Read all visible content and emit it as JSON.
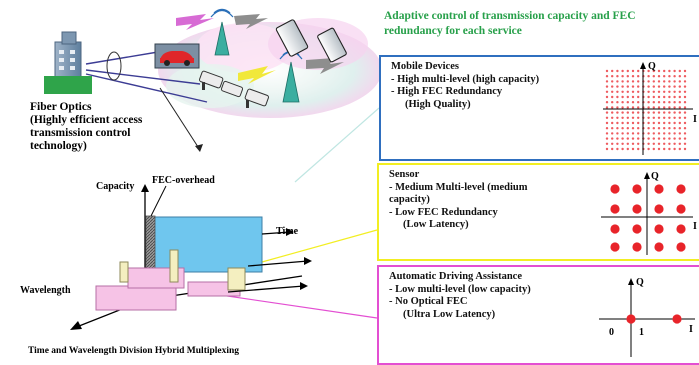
{
  "fiber": {
    "lines": [
      "Fiber Optics",
      "(Highly efficient access",
      "transmission control",
      "technology)"
    ]
  },
  "headline": "Adaptive control of transmission capacity and FEC redundancy for each service",
  "panels": {
    "mobile": {
      "title": "Mobile Devices",
      "lines": [
        "- High multi-level (high capacity)",
        "- High FEC Redundancy"
      ],
      "indent": "(High Quality)",
      "q_label": "Q",
      "i_label": "I"
    },
    "sensor": {
      "title": "Sensor",
      "lines": [
        "- Medium Multi-level (medium",
        "capacity)",
        "- Low FEC Redundancy"
      ],
      "indent": "(Low Latency)",
      "q_label": "Q",
      "i_label": "I"
    },
    "auto": {
      "title": "Automatic Driving Assistance",
      "lines": [
        "- Low multi-level (low capacity)",
        "- No Optical FEC"
      ],
      "indent": "(Ultra Low Latency)",
      "q_label": "Q",
      "i_label": "I",
      "zero_label": "0",
      "one_label": "1"
    }
  },
  "multiplex": {
    "capacity_label": "Capacity",
    "fec_label": "FEC-overhead",
    "time_label": "Time",
    "wavelength_label": "Wavelength",
    "caption": "Time and Wavelength Division Hybrid Multiplexing"
  },
  "colors": {
    "accent_green": "#27a04a",
    "mobile_border": "#2f6fbf",
    "sensor_border": "#f2ee22",
    "auto_border": "#e34fd2",
    "constellation_red": "#e8242a",
    "block_blue": "#6fc6ee",
    "block_pink": "#f6c3e6",
    "block_cream": "#f4efc0"
  }
}
